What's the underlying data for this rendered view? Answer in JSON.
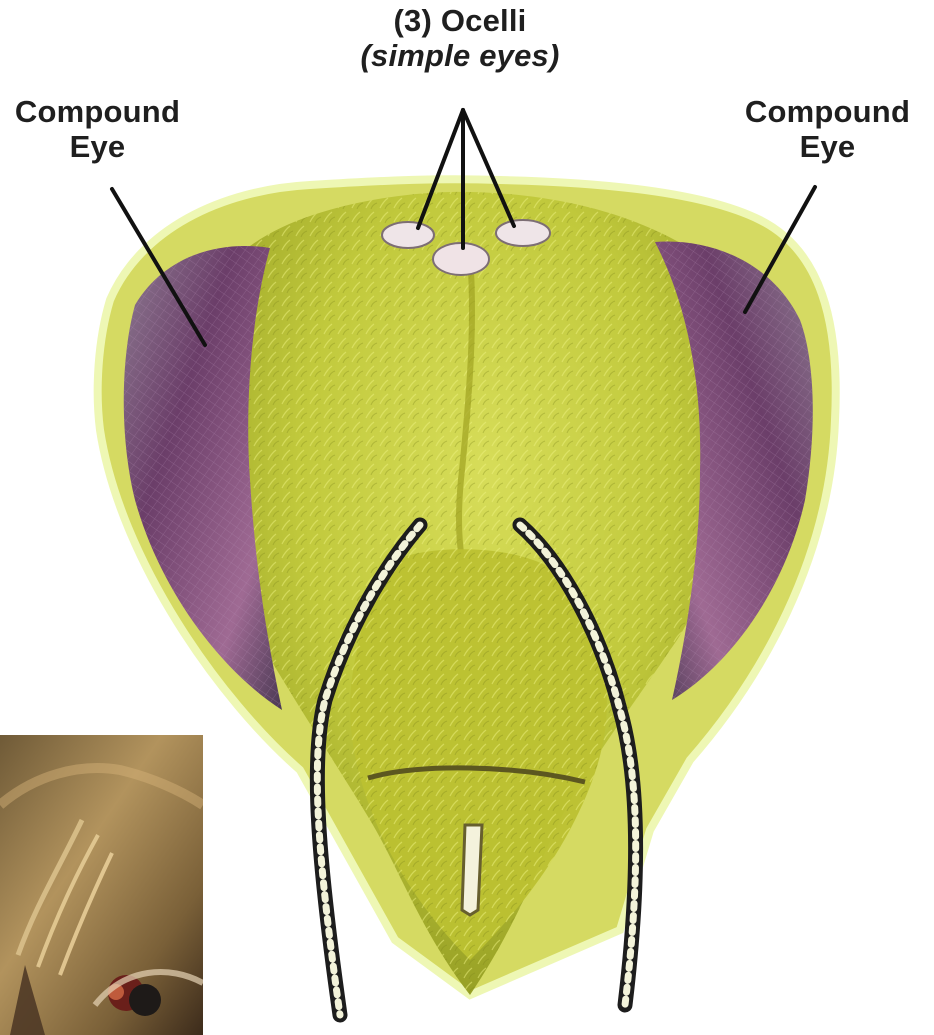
{
  "labels": {
    "ocelli_title": "(3) Ocelli",
    "ocelli_subtitle": "(simple eyes)",
    "left_eye_line1": "Compound",
    "left_eye_line2": "Eye",
    "right_eye_line1": "Compound",
    "right_eye_line2": "Eye"
  },
  "colors": {
    "background": "#ffffff",
    "head_fur": "#c8d046",
    "head_fur_dark": "#8f9a22",
    "compound_eye": "#6e3f6a",
    "ocelli": "#eadfe2",
    "label_text": "#1f1f1f",
    "inset_background": "#a88350"
  }
}
